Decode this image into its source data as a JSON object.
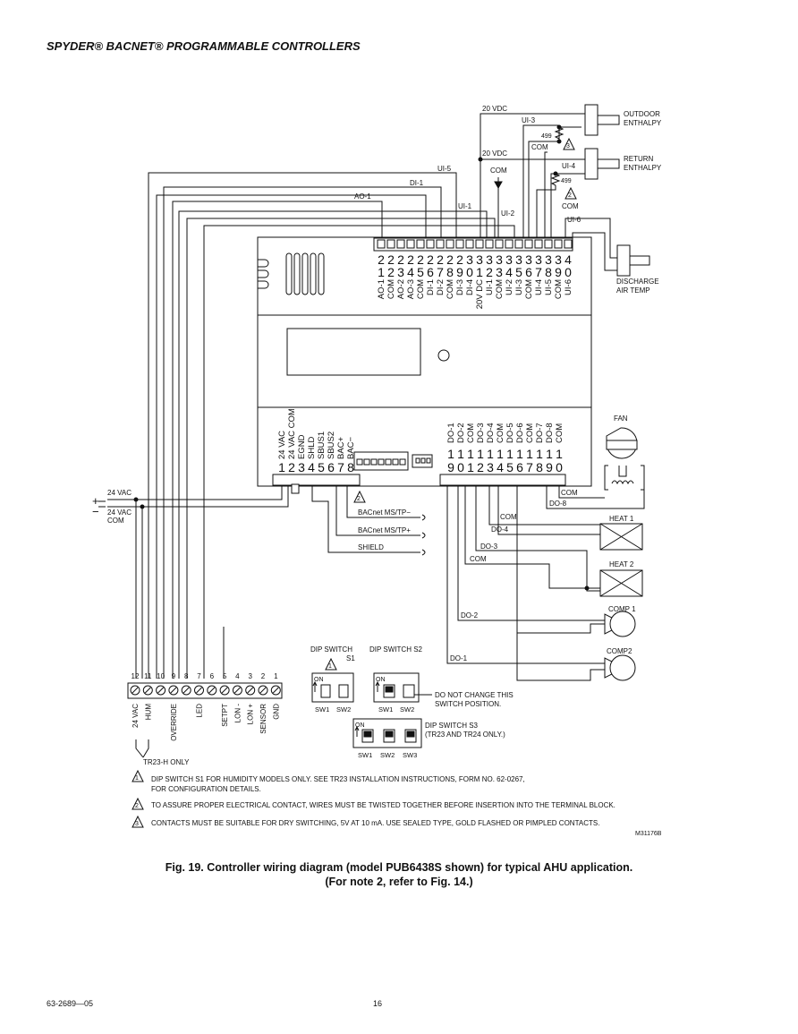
{
  "header": "SPYDER® BACNET® PROGRAMMABLE CONTROLLERS",
  "caption": {
    "line1": "Fig. 19. Controller wiring diagram (model PUB6438S shown) for typical AHU application.",
    "line2": "(For note 2, refer to Fig. 14.)"
  },
  "footer": {
    "doc_number": "63-2689—05",
    "page_number": "16"
  },
  "figure_id": "M31176B",
  "top_terminals": {
    "numbers_top": [
      "2",
      "2",
      "2",
      "2",
      "2",
      "2",
      "2",
      "2",
      "2",
      "3",
      "3",
      "3",
      "3",
      "3",
      "3",
      "3",
      "3",
      "3",
      "3",
      "4"
    ],
    "numbers_bottom": [
      "1",
      "2",
      "3",
      "4",
      "5",
      "6",
      "7",
      "8",
      "9",
      "0",
      "1",
      "2",
      "3",
      "4",
      "5",
      "6",
      "7",
      "8",
      "9",
      "0"
    ],
    "labels": [
      "AO-1",
      "COM",
      "AO-2",
      "AO-3",
      "COM",
      "DI-1",
      "DI-2",
      "COM",
      "DI-3",
      "DI-4",
      "20V DC",
      "UI-1",
      "COM",
      "UI-2",
      "UI-3",
      "COM",
      "UI-4",
      "UI-5",
      "COM",
      "UI-6"
    ]
  },
  "power_terminals": {
    "numbers": [
      "1",
      "2",
      "3",
      "4",
      "5",
      "6",
      "7",
      "8"
    ],
    "labels": [
      "24 VAC",
      "24 VAC COM",
      "EGND",
      "SHLD",
      "SBUS1",
      "SBUS2",
      "BAC+",
      "BAC−"
    ]
  },
  "output_terminals": {
    "numbers_top": [
      "",
      "1",
      "1",
      "1",
      "1",
      "1",
      "1",
      "1",
      "1",
      "1",
      "1",
      "1",
      "1"
    ],
    "numbers_bottom": [
      "9",
      "0",
      "1",
      "2",
      "3",
      "4",
      "5",
      "6",
      "7",
      "8",
      "9",
      "0"
    ],
    "labels": [
      "DO-1",
      "DO-2",
      "COM",
      "DO-3",
      "DO-4",
      "COM",
      "DO-5",
      "DO-6",
      "COM",
      "DO-7",
      "DO-8",
      "COM"
    ]
  },
  "wire_labels": {
    "vdc_top": "20 VDC",
    "ui3": "UI-3",
    "r499_a": "499",
    "com_a": "COM",
    "vdc_mid": "20 VDC",
    "ui4": "UI-4",
    "r499_b": "499",
    "ui5": "UI-5",
    "com_b": "COM",
    "di1": "DI-1",
    "ao1": "AO-1",
    "ui1": "UI-1",
    "ui2": "UI-2",
    "com_c": "COM",
    "ui6": "UI-6",
    "outdoor_enthalpy_1": "OUTDOOR",
    "outdoor_enthalpy_2": "ENTHALPY",
    "return_enthalpy_1": "RETURN",
    "return_enthalpy_2": "ENTHALPY",
    "discharge_1": "DISCHARGE",
    "discharge_2": "AIR TEMP",
    "fan": "FAN",
    "fan_com": "COM",
    "do8": "DO-8",
    "heat1": "HEAT 1",
    "heat2": "HEAT 2",
    "com_heat1": "COM",
    "do4": "DO-4",
    "do3": "DO-3",
    "com_heat2": "COM",
    "comp1": "COMP 1",
    "comp2": "COMP2",
    "do2": "DO-2",
    "do1": "DO-1",
    "vac24": "24 VAC",
    "vac24com_1": "24 VAC",
    "vac24com_2": "COM",
    "plus": "+",
    "minus": "−",
    "bacnet_minus": "BACnet MS/TP−",
    "bacnet_plus": "BACnet MS/TP+",
    "shield": "SHIELD"
  },
  "note_markers": [
    "1",
    "2",
    "3"
  ],
  "wall_module": {
    "numbers": [
      "12",
      "11",
      "10",
      "9",
      "8",
      "7",
      "6",
      "5",
      "4",
      "3",
      "2",
      "1"
    ],
    "labels": [
      "24 VAC",
      "HUM",
      "",
      "OVERRIDE",
      "",
      "LED",
      "",
      "SETPT",
      "LON -",
      "LON +",
      "SENSOR",
      "GND"
    ],
    "tr23h": "TR23-H ONLY"
  },
  "dip_switches": {
    "s1_title_1": "DIP SWITCH",
    "s1_title_2": "S1",
    "s2_title": "DIP SWITCH S2",
    "s3_title_1": "DIP SWITCH S3",
    "s3_title_2": "(TR23 AND TR24 ONLY.)",
    "on": "ON",
    "sw1": "SW1",
    "sw2": "SW2",
    "sw3": "SW3",
    "do_not_change_1": "DO NOT CHANGE THIS",
    "do_not_change_2": "SWITCH POSITION."
  },
  "notes": [
    {
      "num": "1",
      "text1": "DIP SWITCH S1 FOR HUMIDITY MODELS ONLY.  SEE TR23 INSTALLATION INSTRUCTIONS, FORM NO. 62-0267,",
      "text2": "FOR CONFIGURATION DETAILS."
    },
    {
      "num": "2",
      "text1": "TO ASSURE PROPER ELECTRICAL CONTACT, WIRES MUST BE TWISTED TOGETHER BEFORE INSERTION INTO THE TERMINAL BLOCK.",
      "text2": ""
    },
    {
      "num": "3",
      "text1": "CONTACTS MUST BE SUITABLE FOR DRY SWITCHING, 5V AT 10 mA.  USE SEALED TYPE, GOLD FLASHED OR PIMPLED CONTACTS.",
      "text2": ""
    }
  ]
}
